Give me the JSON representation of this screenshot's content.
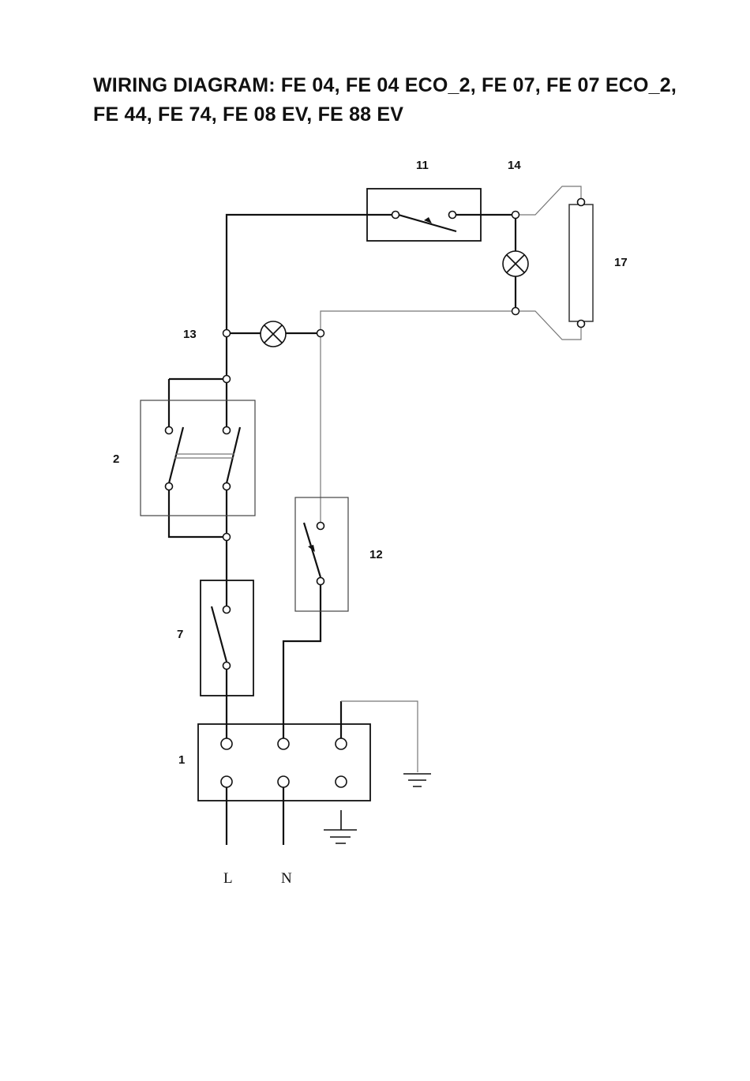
{
  "title": {
    "line1": "WIRING DIAGRAM: FE 04, FE 04 ECO_2, FE 07, FE 07 ECO_2,",
    "line2": "FE 44, FE 74, FE 08 EV, FE 88 EV"
  },
  "labels": {
    "c11": "11",
    "c14": "14",
    "c17": "17",
    "c13": "13",
    "c2": "2",
    "c12": "12",
    "c7": "7",
    "c1": "1",
    "L": "L",
    "N": "N"
  }
}
